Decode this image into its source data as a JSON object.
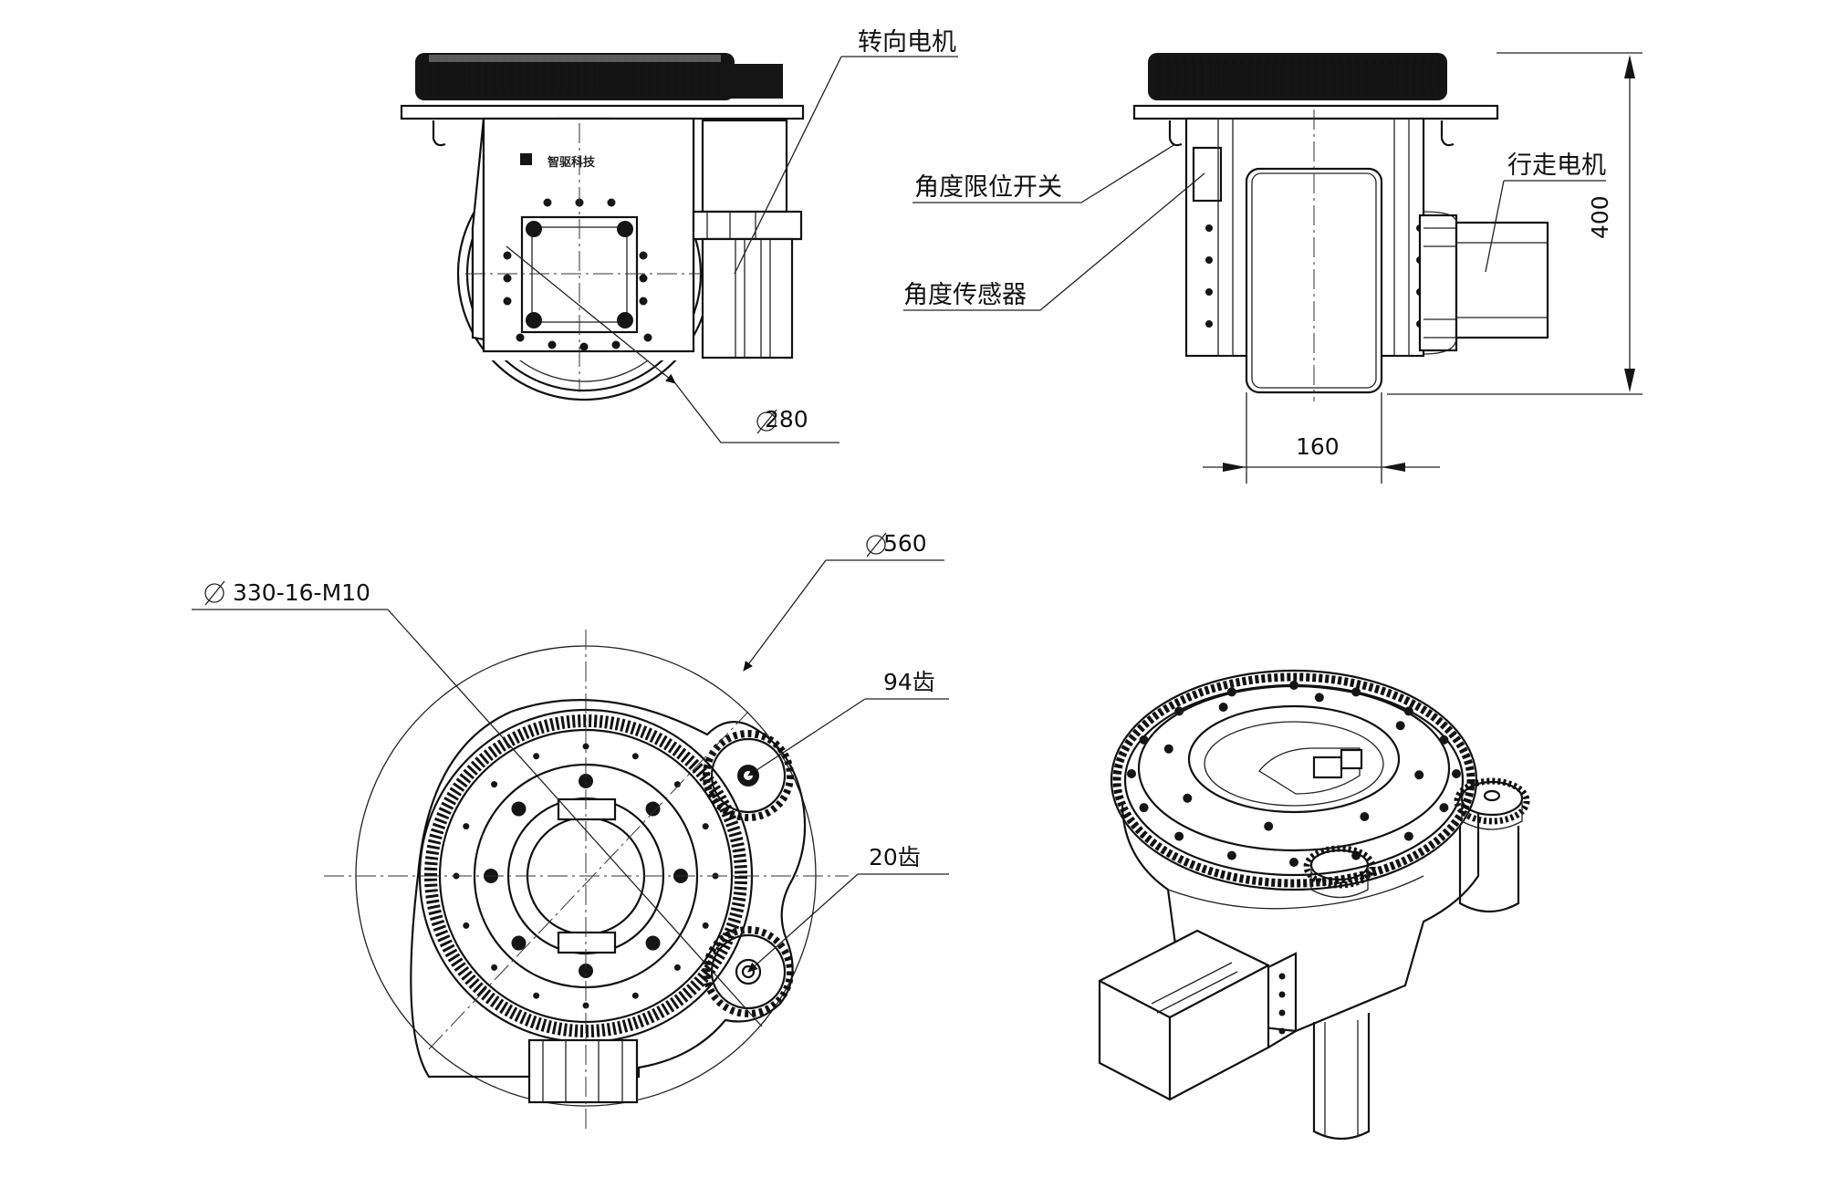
{
  "labels": {
    "steering_motor": "转向电机",
    "angle_limit_switch": "角度限位开关",
    "angle_sensor": "角度传感器",
    "travel_motor": "行走电机",
    "logo_text": "智驱科技"
  },
  "dimensions": {
    "wheel_diameter": "280",
    "height": "400",
    "wheel_width": "160",
    "outer_diameter": "560",
    "bolt_circle": "330-16-M10",
    "gear_teeth_large": "94齿",
    "gear_teeth_small": "20齿"
  }
}
